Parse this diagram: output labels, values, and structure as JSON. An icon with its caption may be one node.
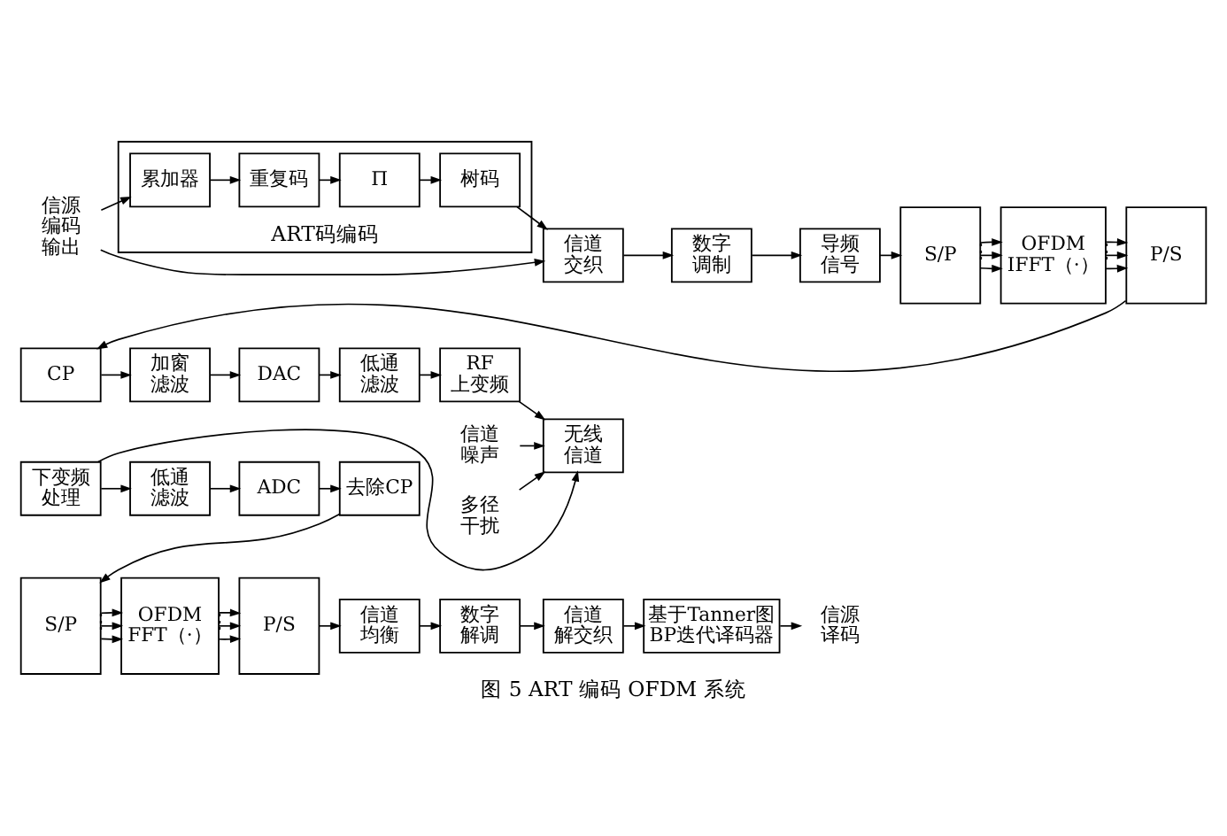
{
  "diagram": {
    "caption": "图 5 ART 编码 OFDM 系统",
    "nodes": [
      {
        "text": [
          "ART码编码"
        ]
      },
      {
        "text": [
          "累加器"
        ],
        "in": 0
      },
      {
        "text": [
          "重复码"
        ],
        "in": 0
      },
      {
        "text": [
          "Π"
        ],
        "in": 0
      },
      {
        "text": [
          "树码"
        ],
        "in": 0
      },
      {
        "text": [
          "信源编码输出"
        ]
      },
      {
        "text": [
          "信道交织"
        ]
      },
      {
        "text": [
          "数字调制"
        ]
      },
      {
        "text": [
          "导频信号"
        ]
      },
      {
        "text": [
          "S/P"
        ]
      },
      {
        "text": [
          "OFDM IFFT（·）"
        ]
      },
      {
        "text": [
          "P/S"
        ]
      },
      {
        "text": [
          "CP"
        ]
      },
      {
        "text": [
          "加窗滤波"
        ]
      },
      {
        "text": [
          "DAC"
        ]
      },
      {
        "text": [
          "低通滤波"
        ]
      },
      {
        "text": [
          "RF 上变频"
        ]
      },
      {
        "text": [
          "无线信道"
        ]
      },
      {
        "text": [
          "信道噪声"
        ]
      },
      {
        "text": [
          "多径干扰"
        ]
      },
      {
        "text": [
          "下变频处理"
        ]
      },
      {
        "text": [
          "低通滤波"
        ]
      },
      {
        "text": [
          "ADC"
        ]
      },
      {
        "text": [
          "去除CP"
        ]
      },
      {
        "text": [
          "S/P"
        ]
      },
      {
        "text": [
          "OFDM FFT（·）"
        ]
      },
      {
        "text": [
          "P/S"
        ]
      },
      {
        "text": [
          "信道均衡"
        ]
      },
      {
        "text": [
          "数字解调"
        ]
      },
      {
        "text": [
          "信道解交织"
        ]
      },
      {
        "text": [
          "基于Tanner图BP迭代译码器"
        ]
      },
      {
        "text": [
          "信源译码"
        ]
      }
    ],
    "edges": [
      {
        "from": 5,
        "to": 1,
        "arrow": "to"
      },
      {
        "from": 5,
        "to": 6,
        "arrow": "to"
      },
      {
        "from": 1,
        "to": 2,
        "arrow": "to"
      },
      {
        "from": 2,
        "to": 3,
        "arrow": "to"
      },
      {
        "from": 3,
        "to": 4,
        "arrow": "to"
      },
      {
        "from": 4,
        "to": 6,
        "arrow": "to"
      },
      {
        "from": 6,
        "to": 7,
        "arrow": "to"
      },
      {
        "from": 7,
        "to": 8,
        "arrow": "to"
      },
      {
        "from": 8,
        "to": 9,
        "arrow": "to"
      },
      {
        "from": 9,
        "to": 10,
        "arrow": "to"
      },
      {
        "from": 9,
        "to": 10,
        "arrow": "to"
      },
      {
        "from": 9,
        "to": 10,
        "arrow": "to",
        "label": "⋮"
      },
      {
        "from": 10,
        "to": 11,
        "arrow": "to"
      },
      {
        "from": 10,
        "to": 11,
        "arrow": "to"
      },
      {
        "from": 10,
        "to": 11,
        "arrow": "to",
        "label": "⋮"
      },
      {
        "from": 11,
        "to": 12,
        "arrow": "to"
      },
      {
        "from": 12,
        "to": 13,
        "arrow": "to"
      },
      {
        "from": 13,
        "to": 14,
        "arrow": "to"
      },
      {
        "from": 14,
        "to": 15,
        "arrow": "to"
      },
      {
        "from": 15,
        "to": 16,
        "arrow": "to"
      },
      {
        "from": 16,
        "to": 17,
        "arrow": "to"
      },
      {
        "from": 18,
        "to": 17,
        "arrow": "to"
      },
      {
        "from": 19,
        "to": 17,
        "arrow": "to"
      },
      {
        "from": 20,
        "to": 17,
        "arrow": "to"
      },
      {
        "from": 20,
        "to": 21,
        "arrow": "to"
      },
      {
        "from": 21,
        "to": 22,
        "arrow": "to"
      },
      {
        "from": 22,
        "to": 23,
        "arrow": "to"
      },
      {
        "from": 23,
        "to": 24,
        "arrow": "to"
      },
      {
        "from": 24,
        "to": 25,
        "arrow": "to"
      },
      {
        "from": 24,
        "to": 25,
        "arrow": "to"
      },
      {
        "from": 24,
        "to": 25,
        "arrow": "to",
        "label": "⋮"
      },
      {
        "from": 25,
        "to": 26,
        "arrow": "to"
      },
      {
        "from": 25,
        "to": 26,
        "arrow": "to"
      },
      {
        "from": 25,
        "to": 26,
        "arrow": "to",
        "label": "⋮"
      },
      {
        "from": 26,
        "to": 27,
        "arrow": "to"
      },
      {
        "from": 27,
        "to": 28,
        "arrow": "to"
      },
      {
        "from": 28,
        "to": 29,
        "arrow": "to"
      },
      {
        "from": 29,
        "to": 30,
        "arrow": "to"
      },
      {
        "from": 30,
        "to": 31,
        "arrow": "to"
      }
    ]
  }
}
